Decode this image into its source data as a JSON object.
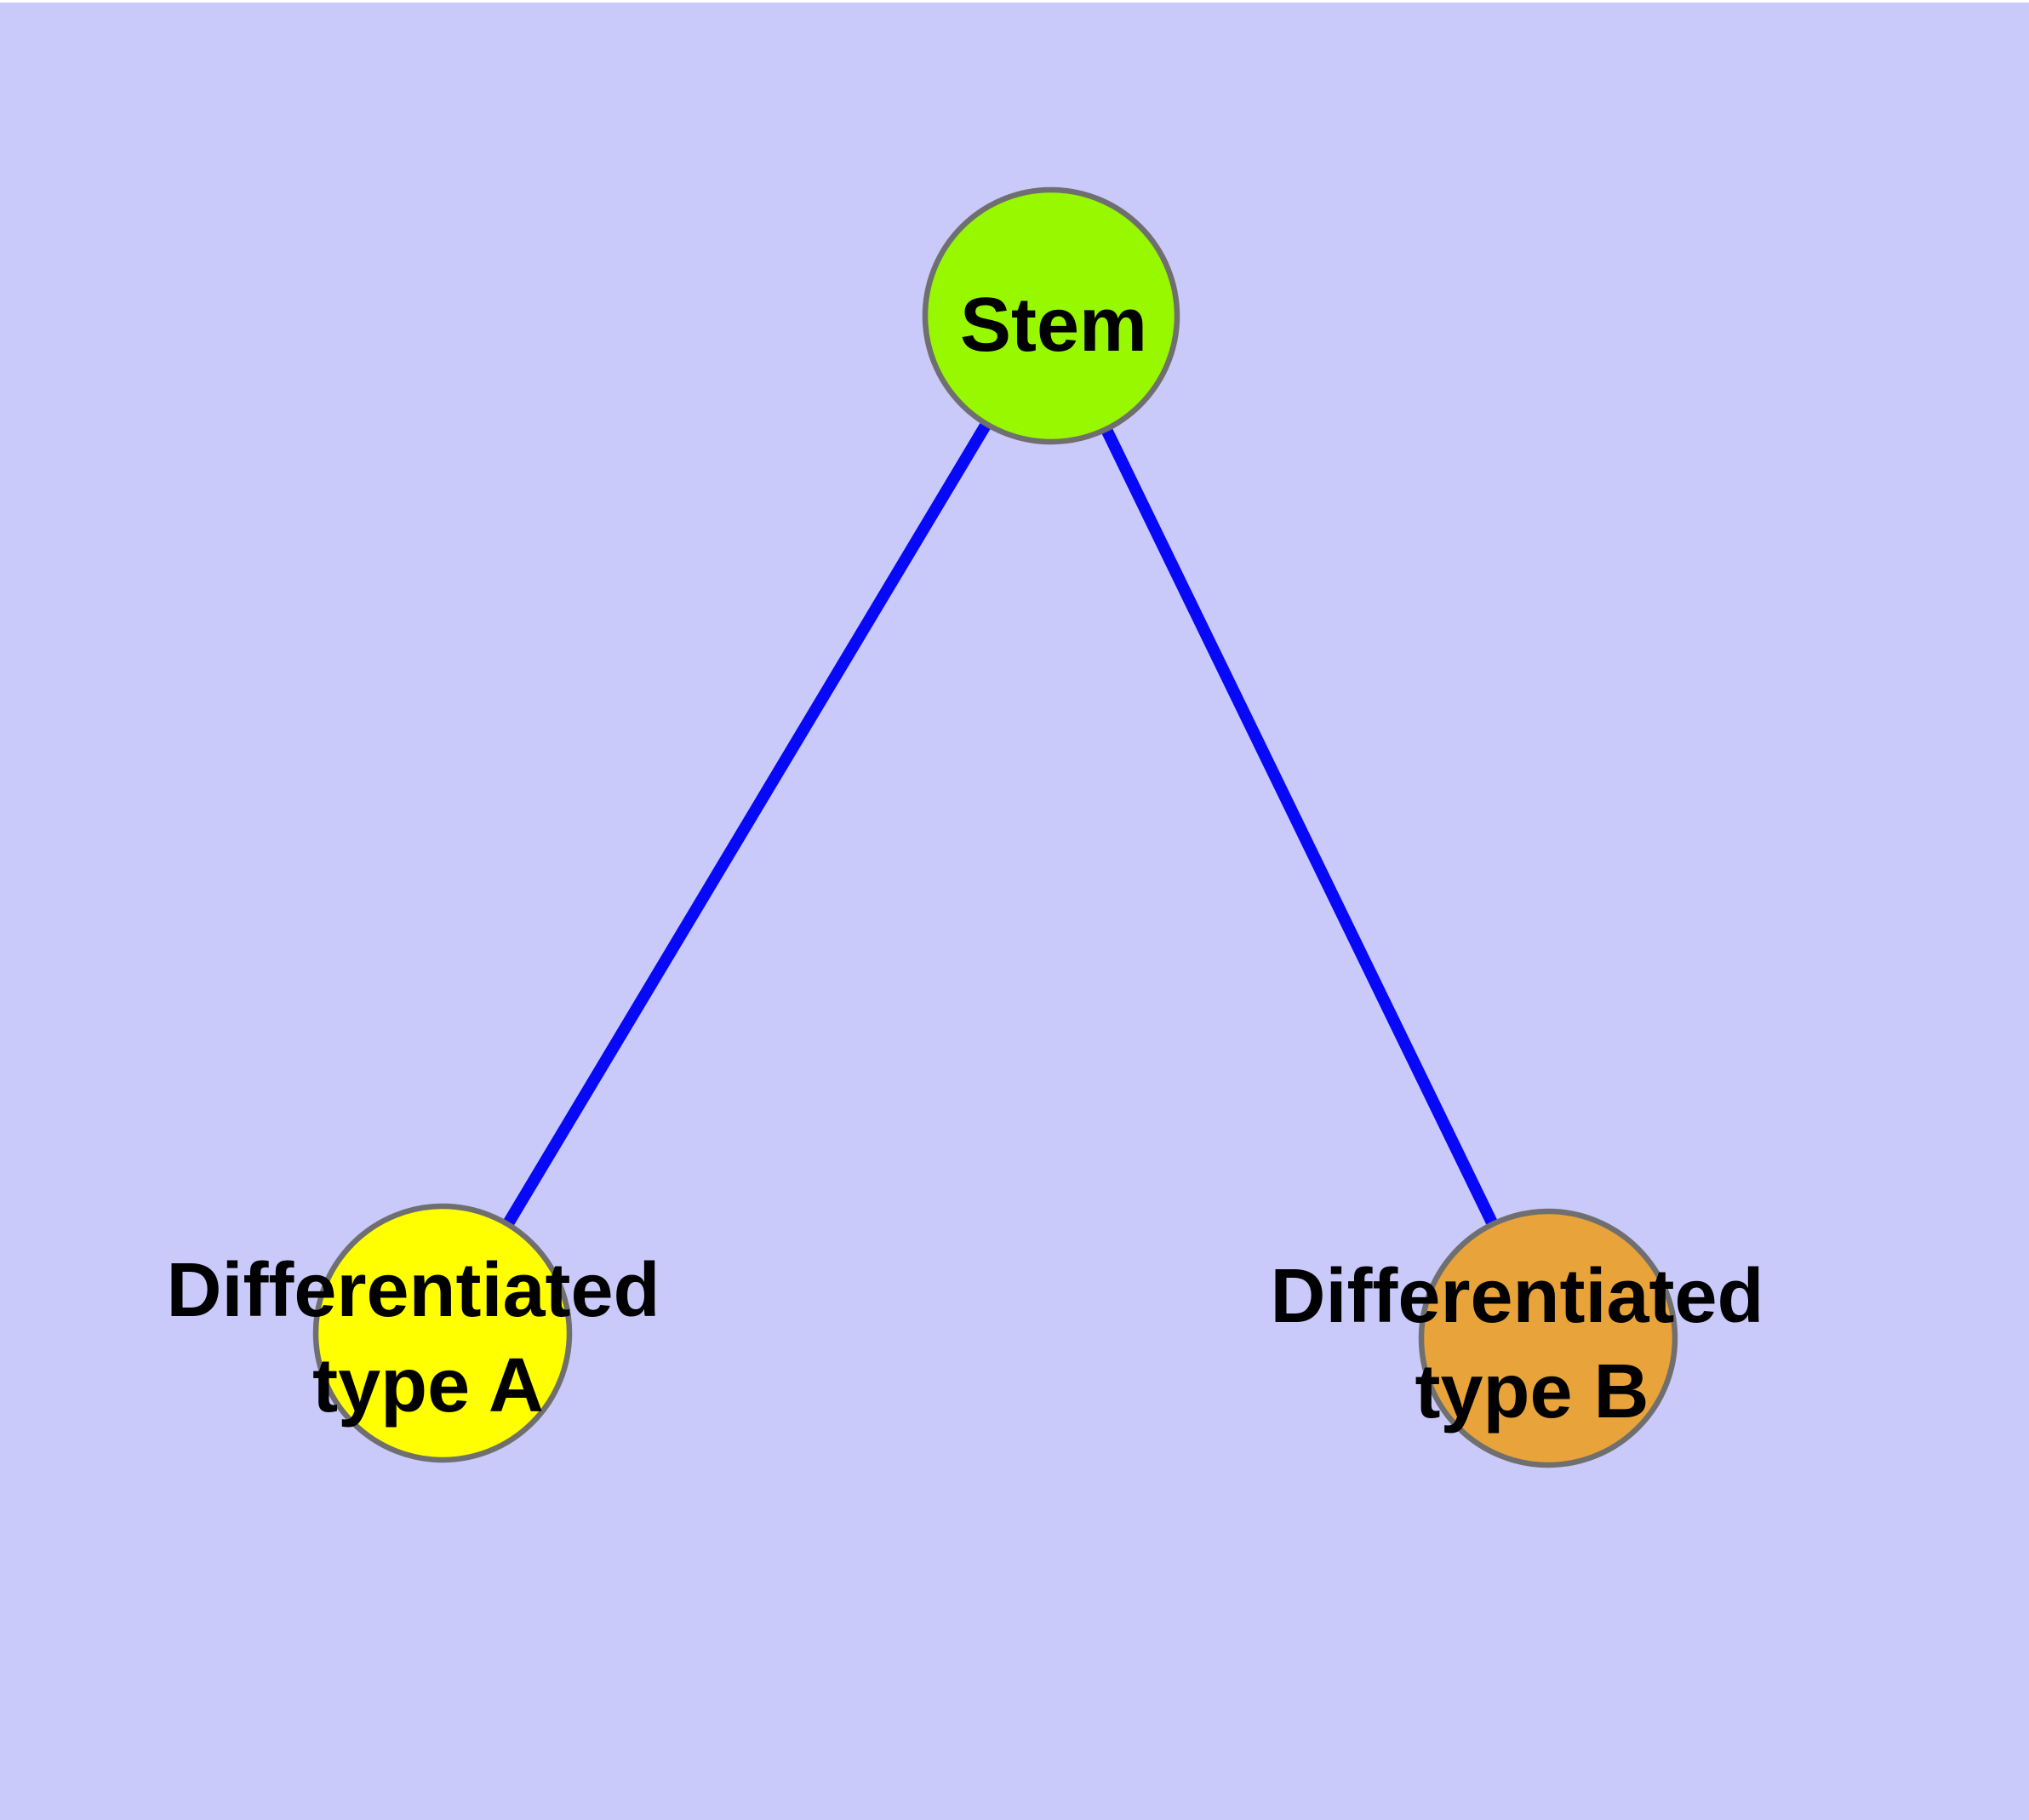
{
  "diagram": {
    "kind": "graph",
    "node_count": 3,
    "edge_count": 2
  },
  "colors": {
    "background": "#C9C9FA",
    "top_edge_strip": "#FFFFFF",
    "edge": "#0808F8",
    "node_border": "#6F6F6F",
    "label": "#000000",
    "stem_fill": "#97F800",
    "type_a_fill": "#FFFF00",
    "type_b_fill": "#E8A33B"
  },
  "nodes": [
    {
      "id": "stem",
      "label": "Stem",
      "lines": [
        "Stem"
      ],
      "color": "#97F800"
    },
    {
      "id": "differentiated-type-a",
      "label": "Differentiated type A",
      "lines": [
        "Differentiated",
        "type A"
      ],
      "color": "#FFFF00"
    },
    {
      "id": "differentiated-type-b",
      "label": "Differentiated type B",
      "lines": [
        "Differentiated",
        "type B"
      ],
      "color": "#E8A33B"
    }
  ],
  "edges": [
    {
      "from": "stem",
      "to": "differentiated-type-a"
    },
    {
      "from": "stem",
      "to": "differentiated-type-b"
    }
  ]
}
